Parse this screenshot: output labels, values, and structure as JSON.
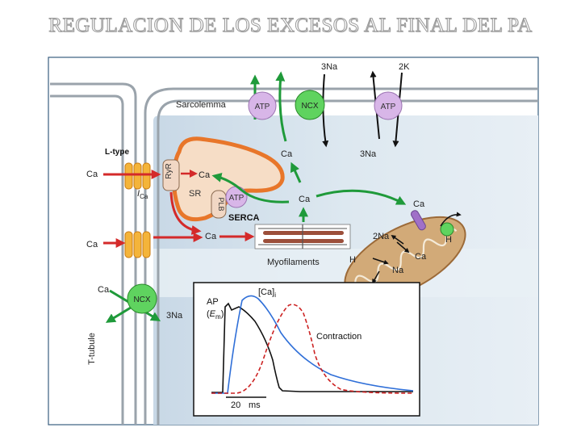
{
  "title": "REGULACION DE LOS EXCESOS AL FINAL DEL PA",
  "labels": {
    "sarcolemma": "Sarcolemma",
    "t_tubule": "T-tubule",
    "l_type": "L-type",
    "ica_main": "I",
    "ica_sub": "Ca",
    "ryr": "RyR",
    "sr": "SR",
    "plb": "PLB",
    "serca": "SERCA",
    "myofilaments": "Myofilaments",
    "atp": "ATP",
    "ncx": "NCX",
    "ca": "Ca",
    "na3": "3Na",
    "na": "Na",
    "k2": "2K",
    "na2": "2Na",
    "h": "H"
  },
  "inset": {
    "ap_label": "AP",
    "em_open": "(",
    "em_main": "E",
    "em_sub": "m",
    "em_close": ")",
    "cai_main": "[Ca]",
    "cai_sub": "i",
    "contraction": "Contraction",
    "scale_value": "20",
    "scale_unit": "ms"
  },
  "colors": {
    "accent_green": "#1f9a3a",
    "accent_red": "#d42a2a",
    "atp_fill": "#d8b6e8",
    "ncx_fill": "#5fd35f",
    "sr_fill": "#f6ddc6",
    "sr_stroke": "#e8762a",
    "channel_fill": "#f4b43a",
    "mito_fill": "#d2aa78",
    "cell_bg": "#d6e4ee",
    "ap_trace": "#111111",
    "ca_trace": "#2f6fd8",
    "contraction_trace": "#cc2222"
  }
}
